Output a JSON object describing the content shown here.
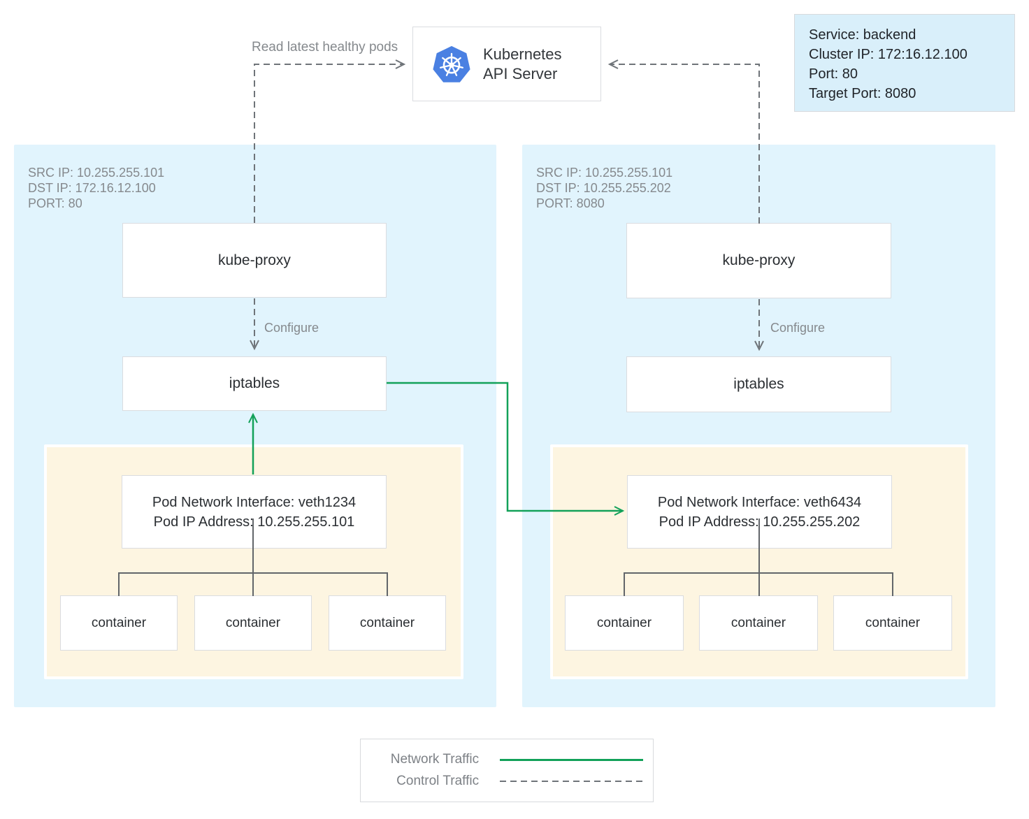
{
  "api_server": {
    "name_line1": "Kubernetes",
    "name_line2": "API Server"
  },
  "service_card": {
    "service": "Service: backend",
    "cluster_ip": "Cluster IP: 172:16.12.100",
    "port": "Port: 80",
    "target_port": "Target Port: 8080"
  },
  "annotations": {
    "read_latest_healthy_pods": "Read latest healthy pods",
    "configure_left": "Configure",
    "configure_right": "Configure"
  },
  "node_left": {
    "info_line1": "SRC IP: 10.255.255.101",
    "info_line2": "DST IP: 172.16.12.100",
    "info_line3": "PORT: 80",
    "kube_proxy": "kube-proxy",
    "iptables": "iptables",
    "pod": {
      "interface": "Pod Network Interface: veth1234",
      "ip": "Pod IP Address: 10.255.255.101",
      "container1": "container",
      "container2": "container",
      "container3": "container"
    }
  },
  "node_right": {
    "info_line1": "SRC IP: 10.255.255.101",
    "info_line2": "DST IP: 10.255.255.202",
    "info_line3": "PORT: 8080",
    "kube_proxy": "kube-proxy",
    "iptables": "iptables",
    "pod": {
      "interface": "Pod Network Interface: veth6434",
      "ip": "Pod IP Address: 10.255.255.202",
      "container1": "container",
      "container2": "container",
      "container3": "container"
    }
  },
  "legend": {
    "network_traffic": "Network Traffic",
    "control_traffic": "Control Traffic"
  },
  "icons": {
    "kubernetes_logo": "kubernetes-wheel-icon"
  },
  "colors": {
    "network_traffic_green": "#12a159",
    "control_traffic_gray": "#6f7479",
    "node_background": "#e1f4fd",
    "pod_background": "#fdf5e1",
    "service_card_background": "#d9effa",
    "kubernetes_blue": "#4a80e2"
  }
}
